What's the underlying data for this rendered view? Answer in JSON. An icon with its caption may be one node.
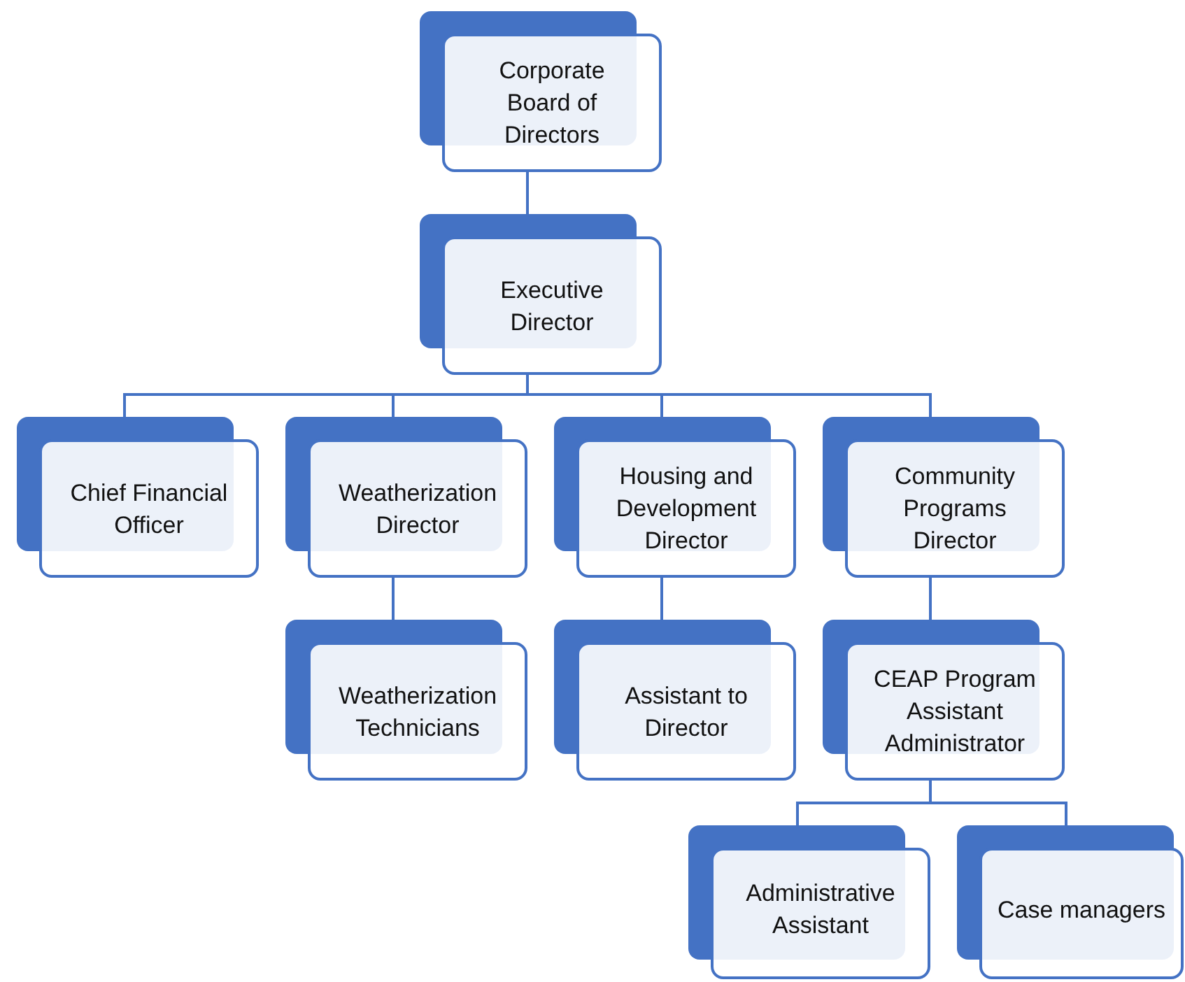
{
  "diagram": {
    "nodes": [
      {
        "text": [
          "Corporate Board of Directors"
        ]
      },
      {
        "text": [
          "Executive Director"
        ]
      },
      {
        "text": [
          "Chief Financial Officer"
        ]
      },
      {
        "text": [
          "Weatherization Director"
        ]
      },
      {
        "text": [
          "Housing and Development Director"
        ]
      },
      {
        "text": [
          "Community Programs Director"
        ]
      },
      {
        "text": [
          "Weatherization Technicians"
        ]
      },
      {
        "text": [
          "Assistant to Director"
        ]
      },
      {
        "text": [
          "CEAP Program Assistant Administrator"
        ]
      },
      {
        "text": [
          "Administrative Assistant"
        ]
      },
      {
        "text": [
          "Case managers"
        ]
      }
    ],
    "edges": [
      {
        "from": 0,
        "to": 1,
        "arrow": "none"
      },
      {
        "from": 1,
        "to": 2,
        "arrow": "none"
      },
      {
        "from": 1,
        "to": 3,
        "arrow": "none"
      },
      {
        "from": 1,
        "to": 4,
        "arrow": "none"
      },
      {
        "from": 1,
        "to": 5,
        "arrow": "none"
      },
      {
        "from": 3,
        "to": 6,
        "arrow": "none"
      },
      {
        "from": 4,
        "to": 7,
        "arrow": "none"
      },
      {
        "from": 5,
        "to": 8,
        "arrow": "none"
      },
      {
        "from": 8,
        "to": 9,
        "arrow": "none"
      },
      {
        "from": 8,
        "to": 10,
        "arrow": "none"
      }
    ]
  }
}
